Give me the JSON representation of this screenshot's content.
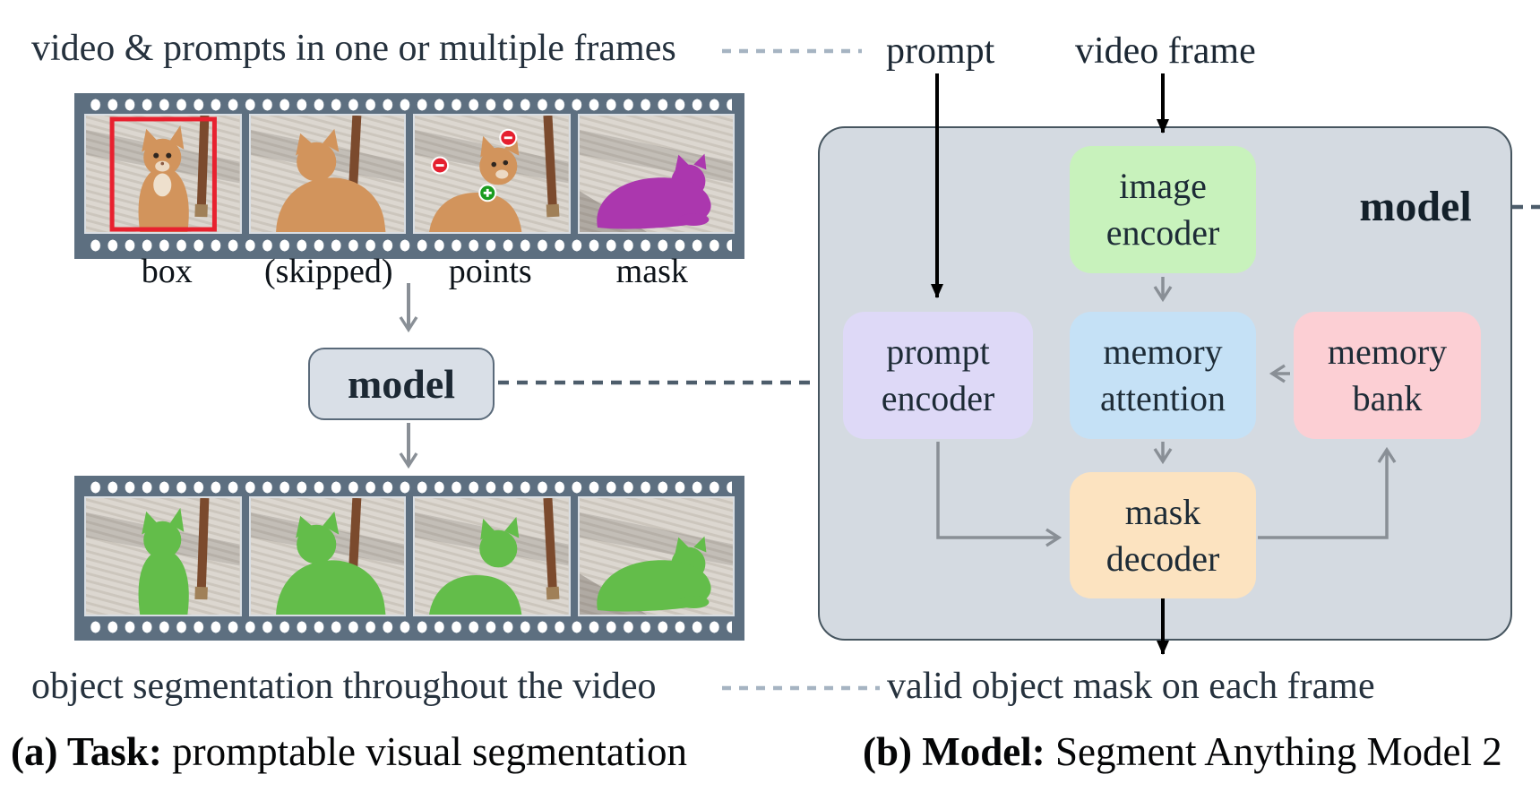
{
  "panel_a": {
    "title": "video & prompts in one or multiple frames",
    "frame_labels": [
      "box",
      "(skipped)",
      "points",
      "mask"
    ],
    "model_box_label": "model",
    "output_caption": "object segmentation throughout the video",
    "caption_prefix": "(a) Task:",
    "caption_text": "promptable visual segmentation"
  },
  "panel_b": {
    "input_labels": {
      "prompt": "prompt",
      "video_frame": "video frame"
    },
    "model_region_label": "model",
    "blocks": [
      {
        "id": "image-encoder",
        "line1": "image",
        "line2": "encoder",
        "fill": "#c8f2bc"
      },
      {
        "id": "prompt-encoder",
        "line1": "prompt",
        "line2": "encoder",
        "fill": "#ded9f7"
      },
      {
        "id": "memory-attention",
        "line1": "memory",
        "line2": "attention",
        "fill": "#c5e1f6"
      },
      {
        "id": "memory-bank",
        "line1": "memory",
        "line2": "bank",
        "fill": "#fccfd4"
      },
      {
        "id": "mask-decoder",
        "line1": "mask",
        "line2": "decoder",
        "fill": "#fce3c0"
      }
    ],
    "output_caption": "valid object mask on each frame",
    "caption_prefix": "(b) Model:",
    "caption_text": "Segment Anything Model 2"
  },
  "colors": {
    "text_dark": "#26323e",
    "caption_black": "#050607",
    "film_strip": "#5d6f80",
    "panel_bg": "#d4dae1",
    "panel_border": "#46555f",
    "positive_point": "#1a9c1f",
    "negative_point": "#e51f2f",
    "box_prompt": "#e8212f",
    "mask_purple": "#ab37ae",
    "mask_green": "#63bd4a",
    "cat_orange": "#d2945c",
    "arrow_gray": "#898f96",
    "arrow_black": "#000000",
    "dash_light": "#a6b4c2",
    "dash_dark": "#4d5d6b"
  }
}
